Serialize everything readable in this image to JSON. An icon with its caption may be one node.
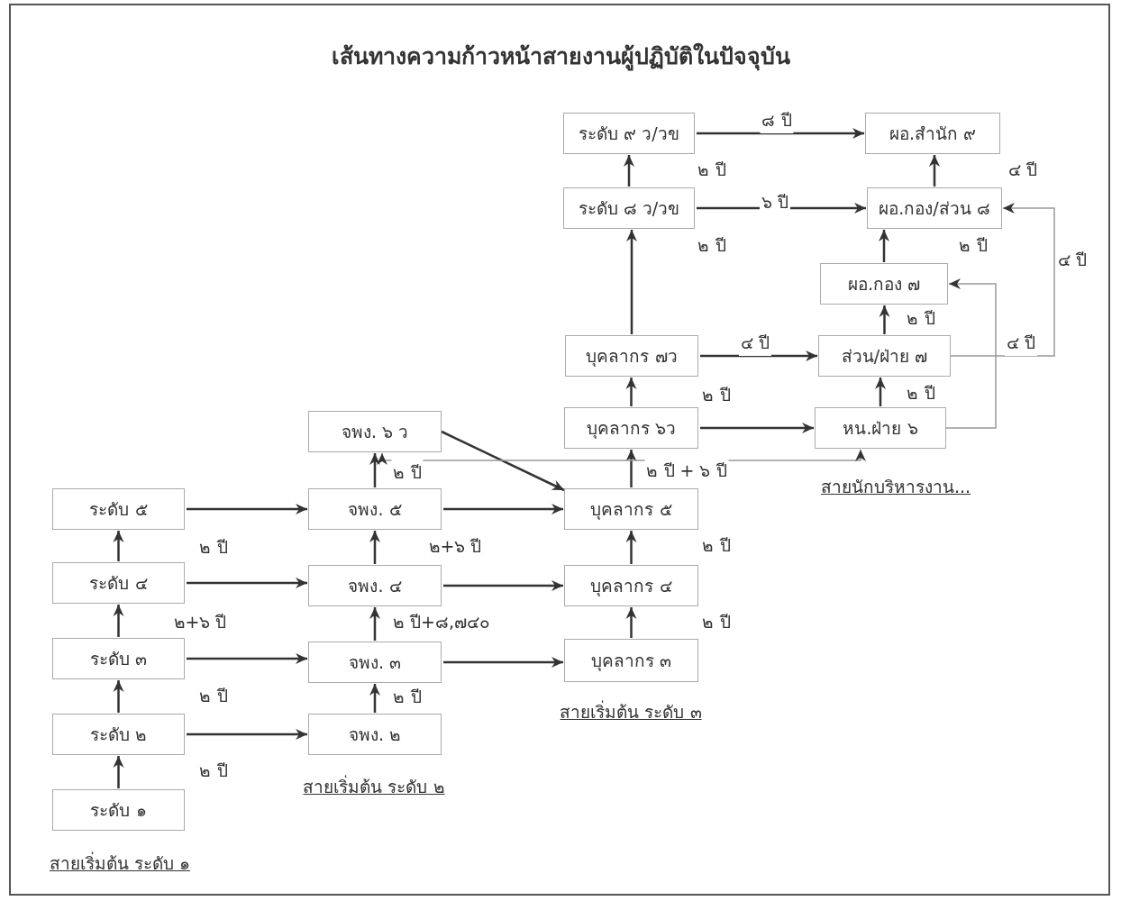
{
  "diagram": {
    "title": "เส้นทางความก้าวหน้าสายงานผู้ปฏิบัติในปัจจุบัน",
    "nodes": [
      {
        "text": [
          "ระดับ ๙ ว/วข"
        ]
      },
      {
        "text": [
          "ผอ.สำนัก ๙"
        ]
      },
      {
        "text": [
          "ระดับ ๘ ว/วข"
        ]
      },
      {
        "text": [
          "ผอ.กอง/ส่วน ๘"
        ]
      },
      {
        "text": [
          "ผอ.กอง ๗"
        ]
      },
      {
        "text": [
          "บุคลากร ๗ว"
        ]
      },
      {
        "text": [
          "ส่วน/ฝ่าย ๗"
        ]
      },
      {
        "text": [
          "จพง. ๖ ว"
        ]
      },
      {
        "text": [
          "บุคลากร ๖ว"
        ]
      },
      {
        "text": [
          "หน.ฝ่าย ๖"
        ]
      },
      {
        "text": [
          "ระดับ ๕"
        ]
      },
      {
        "text": [
          "จพง. ๕"
        ]
      },
      {
        "text": [
          "บุคลากร ๕"
        ]
      },
      {
        "text": [
          "ระดับ ๔"
        ]
      },
      {
        "text": [
          "จพง. ๔"
        ]
      },
      {
        "text": [
          "บุคลากร ๔"
        ]
      },
      {
        "text": [
          "ระดับ ๓"
        ]
      },
      {
        "text": [
          "จพง. ๓"
        ]
      },
      {
        "text": [
          "บุคลากร ๓"
        ]
      },
      {
        "text": [
          "ระดับ ๒"
        ]
      },
      {
        "text": [
          "จพง. ๒"
        ]
      },
      {
        "text": [
          "ระดับ ๑"
        ]
      }
    ],
    "edges": [
      {
        "from": 2,
        "to": 0,
        "arrow": "to",
        "label": "๒ ปี"
      },
      {
        "from": 0,
        "to": 1,
        "arrow": "to",
        "label": "๘ ปี"
      },
      {
        "from": 2,
        "to": 3,
        "arrow": "to",
        "label": "๖ ปี"
      },
      {
        "from": 3,
        "to": 1,
        "arrow": "to",
        "label": "๔ ปี"
      },
      {
        "from": 4,
        "to": 3,
        "arrow": "to",
        "label": "๒ ปี"
      },
      {
        "from": 6,
        "to": 3,
        "arrow": "to",
        "label": "๔ ปี",
        "color": "#999999"
      },
      {
        "from": 5,
        "to": 2,
        "arrow": "to",
        "label": "๒ ปี"
      },
      {
        "from": 6,
        "to": 4,
        "arrow": "to",
        "label": "๒ ปี"
      },
      {
        "from": 9,
        "to": 4,
        "arrow": "to",
        "label": "๔ ปี",
        "color": "#999999"
      },
      {
        "from": 5,
        "to": 6,
        "arrow": "to",
        "label": "๔ ปี"
      },
      {
        "from": 8,
        "to": 5,
        "arrow": "to",
        "label": "๒ ปี"
      },
      {
        "from": 9,
        "to": 6,
        "arrow": "to",
        "label": "๒ ปี"
      },
      {
        "from": 8,
        "to": 9,
        "arrow": "to"
      },
      {
        "from": 12,
        "to": 8,
        "arrow": "to",
        "label": "๒ ปี + ๖ ปี"
      },
      {
        "from": 7,
        "to": 12,
        "arrow": "to"
      },
      {
        "from": 7,
        "to": 9,
        "arrow": "both",
        "color": "#999999"
      },
      {
        "from": 11,
        "to": 7,
        "arrow": "to",
        "label": "๒ ปี"
      },
      {
        "from": 10,
        "to": 11,
        "arrow": "to"
      },
      {
        "from": 11,
        "to": 12,
        "arrow": "to"
      },
      {
        "from": 14,
        "to": 11,
        "arrow": "to",
        "label": "๒+๖ ปี"
      },
      {
        "from": 15,
        "to": 12,
        "arrow": "to",
        "label": "๒ ปี"
      },
      {
        "from": 13,
        "to": 10,
        "arrow": "to",
        "label": "๒ ปี"
      },
      {
        "from": 13,
        "to": 14,
        "arrow": "to"
      },
      {
        "from": 14,
        "to": 15,
        "arrow": "to"
      },
      {
        "from": 17,
        "to": 14,
        "arrow": "to",
        "label": "๒ ปี+๘,๗๔๐"
      },
      {
        "from": 18,
        "to": 15,
        "arrow": "to",
        "label": "๒ ปี"
      },
      {
        "from": 16,
        "to": 13,
        "arrow": "to",
        "label": "๒+๖ ปี"
      },
      {
        "from": 16,
        "to": 17,
        "arrow": "to"
      },
      {
        "from": 17,
        "to": 18,
        "arrow": "to"
      },
      {
        "from": 20,
        "to": 17,
        "arrow": "to",
        "label": "๒ ปี"
      },
      {
        "from": 19,
        "to": 16,
        "arrow": "to",
        "label": "๒ ปี"
      },
      {
        "from": 19,
        "to": 20,
        "arrow": "to"
      },
      {
        "from": 21,
        "to": 19,
        "arrow": "to",
        "label": "๒ ปี"
      }
    ],
    "labels": [
      "สายนักบริหารงาน...",
      "สายเริ่มต้น ระดับ ๓",
      "สายเริ่มต้น ระดับ ๒",
      "สายเริ่มต้น ระดับ ๑"
    ]
  }
}
